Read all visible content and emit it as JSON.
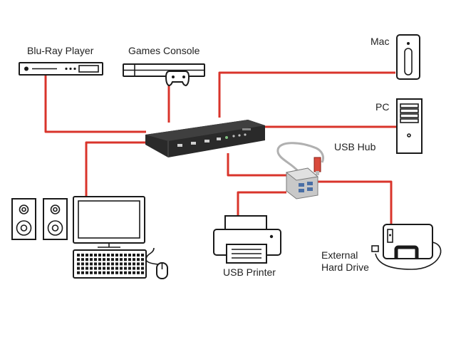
{
  "labels": {
    "bluray": "Blu-Ray Player",
    "games": "Games Console",
    "mac": "Mac",
    "pc": "PC",
    "usb_hub": "USB Hub",
    "usb_printer": "USB Printer",
    "external_line1": "External",
    "external_line2": "Hard Drive"
  },
  "colors": {
    "cable": "#d9342b",
    "outline": "#1a1a1a",
    "switch_body": "#2a2a2a"
  },
  "icons": [
    "bluray-player-icon",
    "games-console-icon",
    "mac-tower-icon",
    "pc-tower-icon",
    "kvm-switch-icon",
    "usb-hub-icon",
    "usb-printer-icon",
    "external-hard-drive-icon",
    "speaker-icon",
    "monitor-icon",
    "keyboard-icon",
    "mouse-icon"
  ]
}
